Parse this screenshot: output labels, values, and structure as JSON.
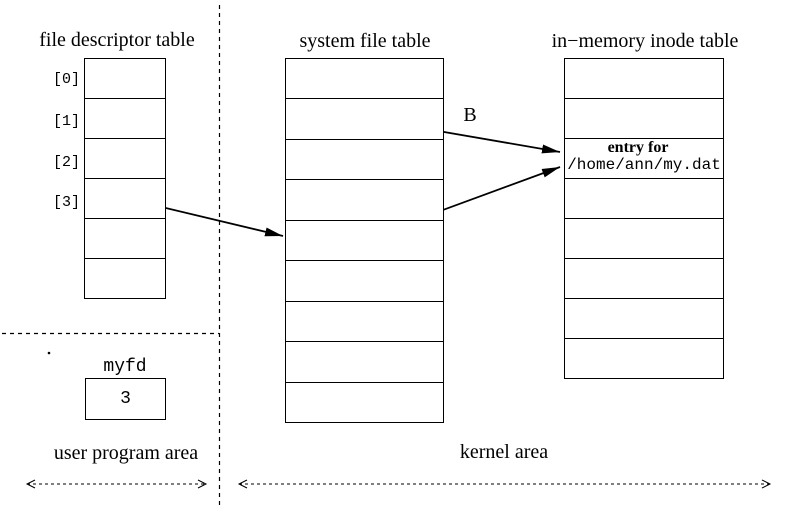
{
  "titles": {
    "fd_table": "file descriptor table",
    "system_file_table": "system file table",
    "inode_table": "in−memory inode table"
  },
  "fd_table": {
    "row_count": 6,
    "row_labels": [
      "[0]",
      "[1]",
      "[2]",
      "[3]"
    ]
  },
  "system_file_table": {
    "row_count": 9
  },
  "inode_table": {
    "row_count": 8,
    "entry": {
      "line1": "entry for",
      "line2": "/home/ann/my.dat"
    }
  },
  "myfd": {
    "label": "myfd",
    "value": "3"
  },
  "arrows": {
    "b_label": "B"
  },
  "areas": {
    "user": "user program area",
    "kernel": "kernel area"
  },
  "colors": {
    "ink": "#000000",
    "background": "#ffffff"
  }
}
